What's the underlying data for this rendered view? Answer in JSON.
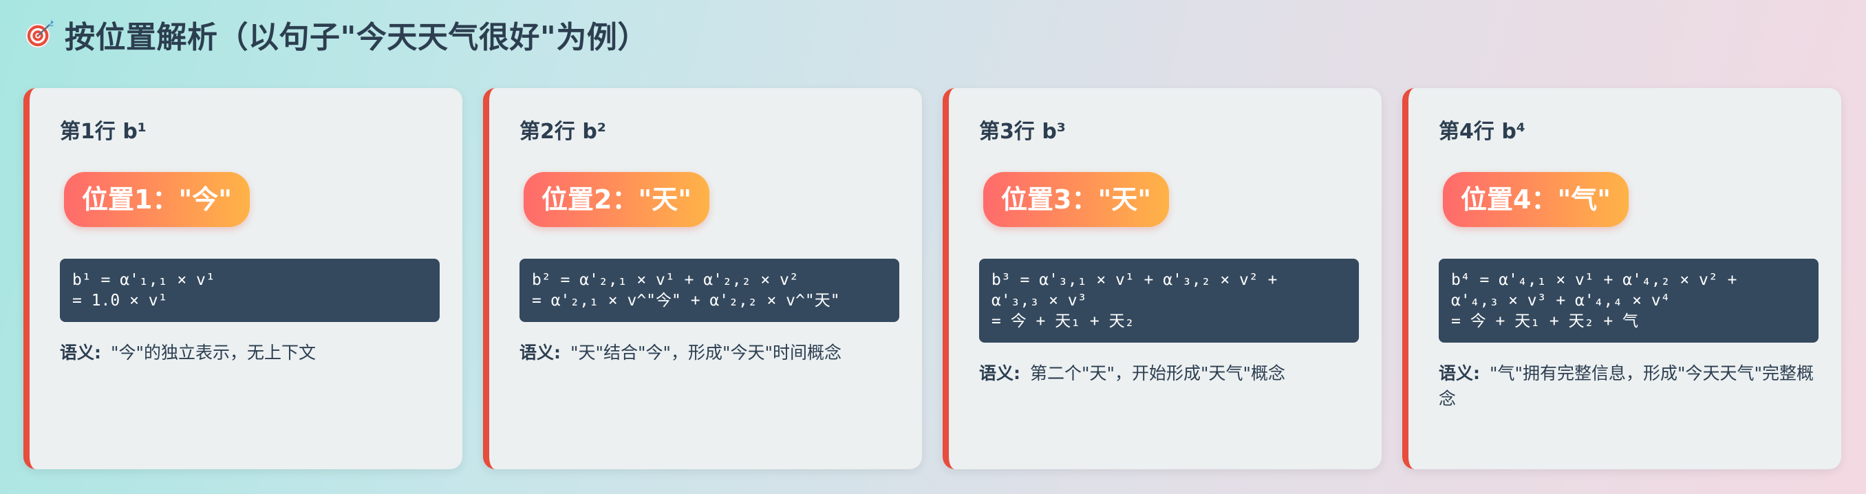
{
  "header": {
    "title": "按位置解析（以句子\"今天天气很好\"为例）",
    "icon": "target-icon"
  },
  "cards": [
    {
      "title": "第1行 b¹",
      "position": "位置1：\"今\"",
      "formula": [
        "b¹ = α'₁,₁ × v¹",
        "= 1.0 × v¹"
      ],
      "semantic_label": "语义:",
      "semantic_text": "\"今\"的独立表示，无上下文"
    },
    {
      "title": "第2行 b²",
      "position": "位置2：\"天\"",
      "formula": [
        "b² = α'₂,₁ × v¹ + α'₂,₂ × v²",
        "= α'₂,₁ × v^\"今\" + α'₂,₂ × v^\"天\""
      ],
      "semantic_label": "语义:",
      "semantic_text": "\"天\"结合\"今\"，形成\"今天\"时间概念"
    },
    {
      "title": "第3行 b³",
      "position": "位置3：\"天\"",
      "formula": [
        "b³ = α'₃,₁ × v¹ + α'₃,₂ × v² +",
        "α'₃,₃ × v³",
        "= 今 + 天₁ + 天₂"
      ],
      "semantic_label": "语义:",
      "semantic_text": "第二个\"天\"，开始形成\"天气\"概念"
    },
    {
      "title": "第4行 b⁴",
      "position": "位置4：\"气\"",
      "formula": [
        "b⁴ = α'₄,₁ × v¹ + α'₄,₂ × v² +",
        "α'₄,₃ × v³ + α'₄,₄ × v⁴",
        "= 今 + 天₁ + 天₂ + 气"
      ],
      "semantic_label": "语义:",
      "semantic_text": "\"气\"拥有完整信息，形成\"今天天气\"完整概念"
    }
  ],
  "colors": {
    "accent_border": "#e74c3c",
    "badge_gradient_start": "#ff6b6b",
    "badge_gradient_end": "#ffb347",
    "formula_bg": "#34495e",
    "card_bg": "#ecf0f1",
    "text": "#2c3e50"
  }
}
